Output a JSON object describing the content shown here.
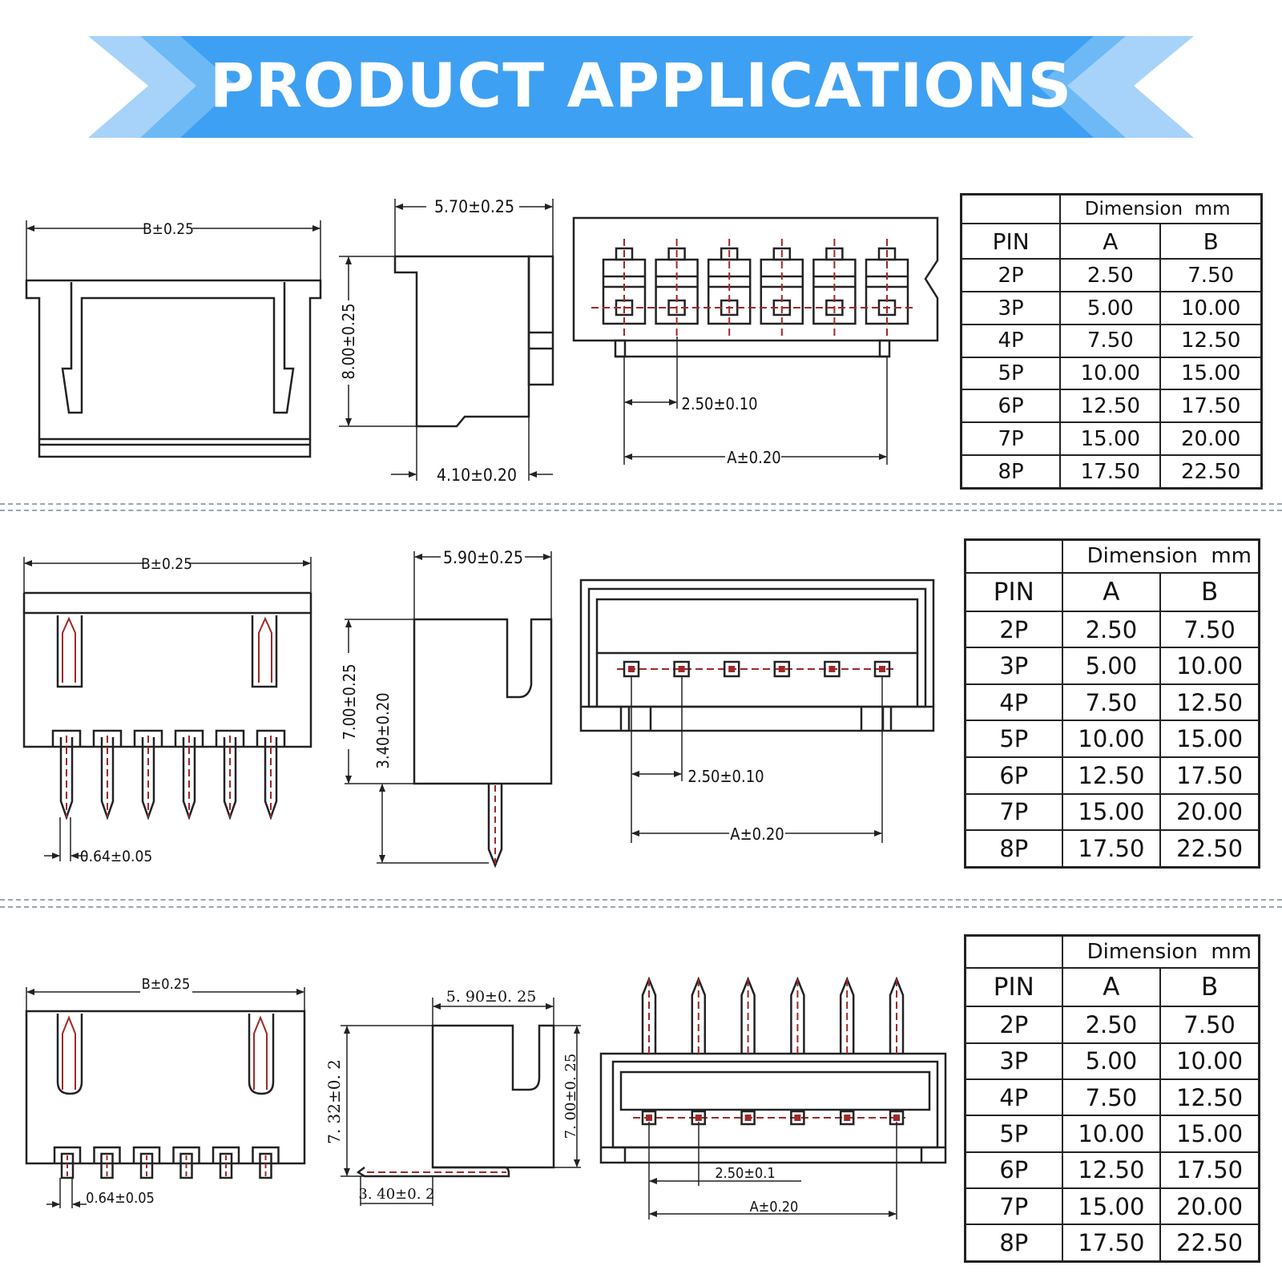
{
  "banner": {
    "title": "PRODUCT APPLICATIONS",
    "colors": {
      "primary": "#3ea0f2",
      "light": "#a7d3fa"
    }
  },
  "colors": {
    "line": "#222222",
    "pin_centerline": "#a02828"
  },
  "sections": [
    {
      "id": "top",
      "front_view": {
        "width_label": "B±0.25"
      },
      "side_view": {
        "depth_label": "5.70±0.25",
        "height_label": "8.00±0.25",
        "base_label": "4.10±0.20"
      },
      "top_view": {
        "pitch_label": "2.50±0.10",
        "span_label": "A±0.20"
      },
      "table": {
        "caption": "Dimension  mm",
        "headers": [
          "PIN",
          "A",
          "B"
        ],
        "rows": [
          [
            "2P",
            "2.50",
            "7.50"
          ],
          [
            "3P",
            "5.00",
            "10.00"
          ],
          [
            "4P",
            "7.50",
            "12.50"
          ],
          [
            "5P",
            "10.00",
            "15.00"
          ],
          [
            "6P",
            "12.50",
            "17.50"
          ],
          [
            "7P",
            "15.00",
            "20.00"
          ],
          [
            "8P",
            "17.50",
            "22.50"
          ]
        ]
      }
    },
    {
      "id": "middle",
      "front_view": {
        "width_label": "B±0.25",
        "pin_label": "0.64±0.05"
      },
      "side_view": {
        "depth_label": "5.90±0.25",
        "height_label": "7.00±0.25",
        "pin_height_label": "3.40±0.20"
      },
      "top_view": {
        "pitch_label": "2.50±0.10",
        "span_label": "A±0.20"
      },
      "table": {
        "caption": "Dimension  mm",
        "headers": [
          "PIN",
          "A",
          "B"
        ],
        "rows": [
          [
            "2P",
            "2.50",
            "7.50"
          ],
          [
            "3P",
            "5.00",
            "10.00"
          ],
          [
            "4P",
            "7.50",
            "12.50"
          ],
          [
            "5P",
            "10.00",
            "15.00"
          ],
          [
            "6P",
            "12.50",
            "17.50"
          ],
          [
            "7P",
            "15.00",
            "20.00"
          ],
          [
            "8P",
            "17.50",
            "22.50"
          ]
        ]
      }
    },
    {
      "id": "bottom",
      "front_view": {
        "width_label": "B±0.25",
        "pin_label": "0.64±0.05"
      },
      "side_view": {
        "depth_label": "5. 90±0. 25",
        "height_label": "7. 32±0. 2",
        "inner_height_label": "7. 00±0. 25",
        "pin_label": "3. 40±0. 2"
      },
      "top_view": {
        "pitch_label": "2.50±0.1",
        "span_label": "A±0.20"
      },
      "table": {
        "caption": "Dimension  mm",
        "headers": [
          "PIN",
          "A",
          "B"
        ],
        "rows": [
          [
            "2P",
            "2.50",
            "7.50"
          ],
          [
            "3P",
            "5.00",
            "10.00"
          ],
          [
            "4P",
            "7.50",
            "12.50"
          ],
          [
            "5P",
            "10.00",
            "15.00"
          ],
          [
            "6P",
            "12.50",
            "17.50"
          ],
          [
            "7P",
            "15.00",
            "20.00"
          ],
          [
            "8P",
            "17.50",
            "22.50"
          ]
        ]
      }
    }
  ]
}
